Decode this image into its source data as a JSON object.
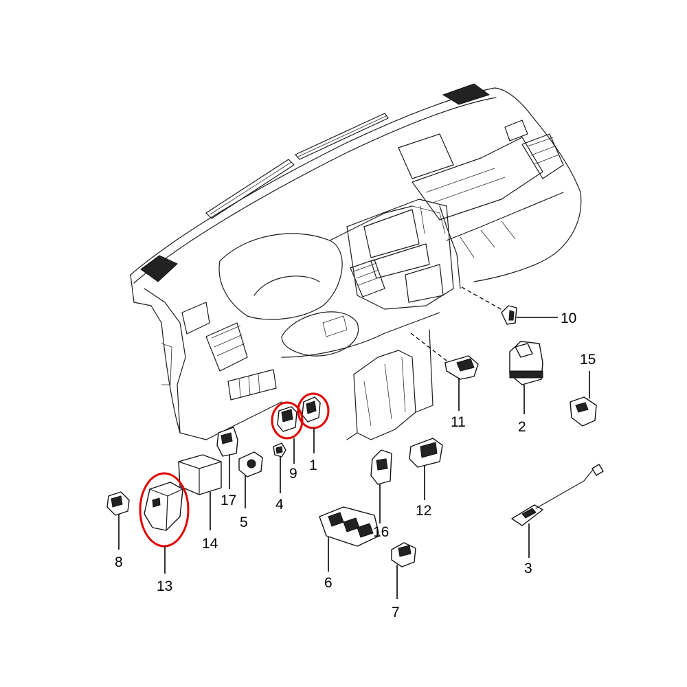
{
  "diagram": {
    "callouts": [
      {
        "id": "c1",
        "text": "1"
      },
      {
        "id": "c2",
        "text": "2"
      },
      {
        "id": "c3",
        "text": "3"
      },
      {
        "id": "c4",
        "text": "4"
      },
      {
        "id": "c5",
        "text": "5"
      },
      {
        "id": "c6",
        "text": "6"
      },
      {
        "id": "c7",
        "text": "7"
      },
      {
        "id": "c8",
        "text": "8"
      },
      {
        "id": "c9",
        "text": "9"
      },
      {
        "id": "c10",
        "text": "10"
      },
      {
        "id": "c11",
        "text": "11"
      },
      {
        "id": "c12",
        "text": "12"
      },
      {
        "id": "c13",
        "text": "13"
      },
      {
        "id": "c14",
        "text": "14"
      },
      {
        "id": "c15",
        "text": "15"
      },
      {
        "id": "c16",
        "text": "16"
      },
      {
        "id": "c17",
        "text": "17"
      }
    ],
    "highlighted_parts": [
      "9",
      "1",
      "13"
    ],
    "colors": {
      "highlight": "#e00000",
      "line": "#1a1a1a",
      "background": "#ffffff"
    }
  }
}
